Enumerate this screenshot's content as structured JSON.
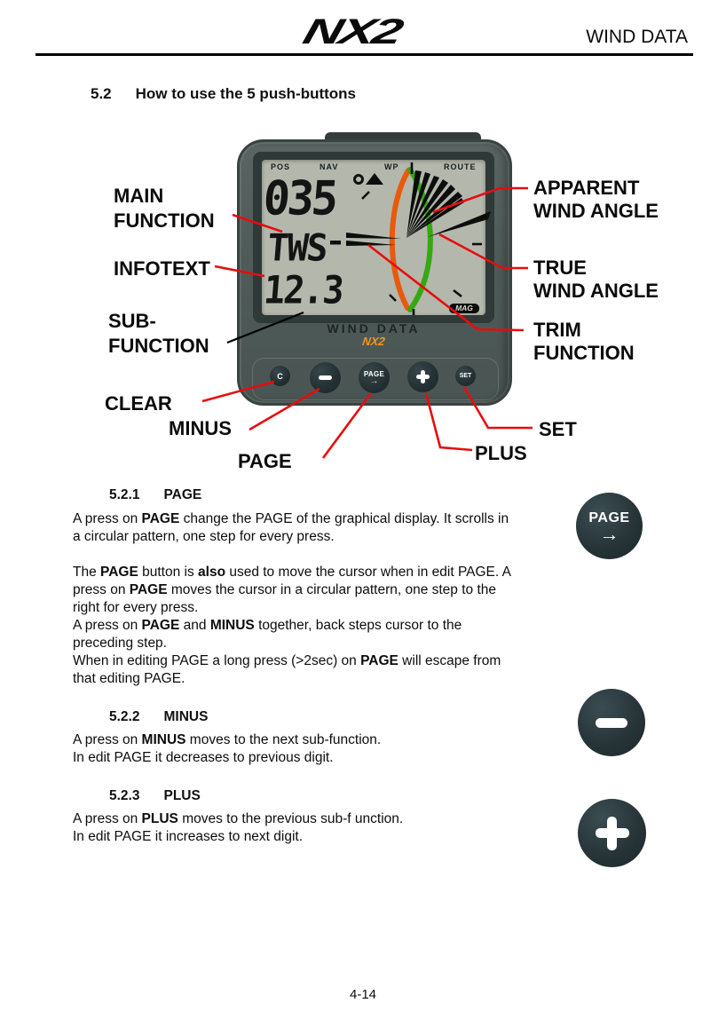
{
  "colors": {
    "red": "#e60d0d",
    "orange": "#e8590c",
    "green": "#35a812",
    "brand": "#f7941d"
  },
  "header": {
    "logo": "NX2",
    "title": "WIND DATA"
  },
  "section_heading": {
    "number": "5.2",
    "title": "How to use the 5 push-buttons"
  },
  "figure": {
    "labels": {
      "main_function": "MAIN\nFUNCTION",
      "infotext": "INFOTEXT",
      "sub_function": "SUB-\nFUNCTION",
      "clear": "CLEAR",
      "minus": "MINUS",
      "page": "PAGE",
      "apparent": "APPARENT\nWIND ANGLE",
      "true": "TRUE\nWIND ANGLE",
      "trim": "TRIM\nFUNCTION",
      "set": "SET",
      "plus": "PLUS"
    },
    "device": {
      "status_labels": [
        "POS",
        "NAV",
        "WP",
        "ROUTE"
      ],
      "main_value": "035",
      "infotext_value": "TWS",
      "sub_value": "12.3",
      "mag_badge": "MAG",
      "product_name": "WIND DATA",
      "brand": "NX2",
      "buttons": {
        "clear_label": "C",
        "minus_icon": "minus-icon",
        "page_label": "PAGE",
        "page_arrow": "→",
        "plus_icon": "plus-icon",
        "set_label": "SET"
      }
    }
  },
  "sections": [
    {
      "number": "5.2.1",
      "title": "PAGE",
      "paragraphs": [
        [
          {
            "t": "A press on "
          },
          {
            "t": "PAGE",
            "b": true
          },
          {
            "t": " change the PAGE of the graphical display. It scrolls in a circular pattern, one step for every press."
          }
        ],
        [
          {
            "t": "The "
          },
          {
            "t": "PAGE",
            "b": true
          },
          {
            "t": " button is "
          },
          {
            "t": "also",
            "b": true
          },
          {
            "t": " used to move the cursor when in edit PAGE. A press on "
          },
          {
            "t": "PAGE",
            "b": true
          },
          {
            "t": " moves the cursor in a circular pattern, one step to the right for every press.\nA press on "
          },
          {
            "t": "PAGE",
            "b": true
          },
          {
            "t": " and "
          },
          {
            "t": "MINUS",
            "b": true
          },
          {
            "t": " together, back steps cursor to the preceding step.\nWhen in editing PAGE a long press (>2sec) on "
          },
          {
            "t": "PAGE",
            "b": true
          },
          {
            "t": " will escape from that editing PAGE."
          }
        ]
      ]
    },
    {
      "number": "5.2.2",
      "title": "MINUS",
      "paragraphs": [
        [
          {
            "t": "A press on "
          },
          {
            "t": "MINUS",
            "b": true
          },
          {
            "t": " moves to the next sub-function.\nIn edit PAGE it decreases to previous digit."
          }
        ]
      ]
    },
    {
      "number": "5.2.3",
      "title": "PLUS",
      "paragraphs": [
        [
          {
            "t": "A press on "
          },
          {
            "t": "PLUS",
            "b": true
          },
          {
            "t": " moves to the previous sub-f unction.\nIn edit PAGE it increases to next digit."
          }
        ]
      ]
    }
  ],
  "side_buttons": {
    "page_label": "PAGE",
    "page_arrow": "→",
    "minus_icon": "minus-icon",
    "plus_icon": "plus-icon"
  },
  "footer": {
    "page_number": "4-14"
  }
}
